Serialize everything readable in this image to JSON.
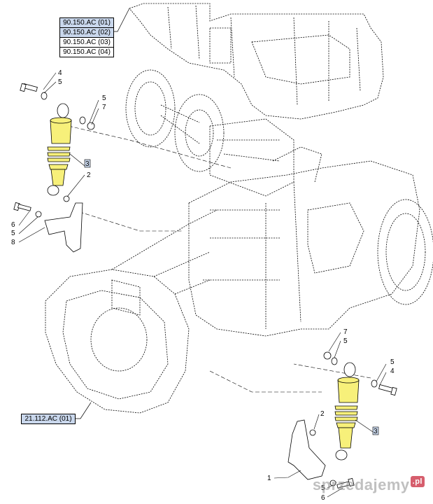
{
  "references": [
    {
      "label": "90.150.AC (01)",
      "highlighted": true
    },
    {
      "label": "90.150.AC (02)",
      "highlighted": true
    },
    {
      "label": "90.150.AC (03)",
      "highlighted": false
    },
    {
      "label": "90.150.AC (04)",
      "highlighted": false
    }
  ],
  "bottom_reference": {
    "label": "21.112.AC (01)",
    "highlighted": true
  },
  "callouts": {
    "upper": {
      "bolt_4": "4",
      "washer_5": "5",
      "right_5": "5",
      "nut_7": "7",
      "part_3": "3",
      "bushing_2": "2",
      "screw_6": "6",
      "washer_5b": "5",
      "bracket_8": "8"
    },
    "lower": {
      "nut_7": "7",
      "washer_5": "5",
      "right_5": "5",
      "bolt_4": "4",
      "part_3": "3",
      "bushing_2": "2",
      "bracket_1": "1",
      "washer_5b": "5",
      "screw_6": "6"
    }
  },
  "watermark": {
    "text": "sprzedajemy",
    "tld": ".pl"
  },
  "colors": {
    "shock_absorber": "#f7f07a",
    "highlight_box": "#c9d7ec",
    "line": "#000000"
  }
}
